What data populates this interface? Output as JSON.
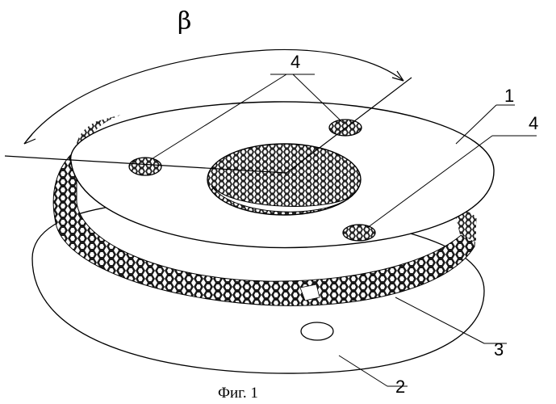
{
  "figure": {
    "caption": "Фиг. 1",
    "angle_label": "β",
    "labels": {
      "top_plate": "1",
      "bottom_plate": "2",
      "honeycomb_core": "3",
      "holes_top": "4",
      "hole_right": "4"
    }
  }
}
